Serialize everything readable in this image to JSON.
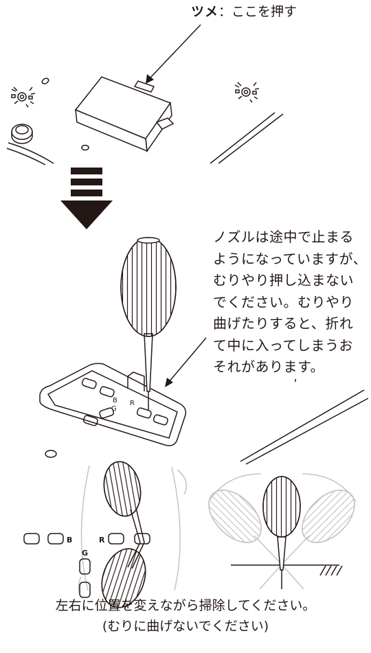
{
  "callout": {
    "bold": "ツメ",
    "rest": "：ここを押す"
  },
  "note": {
    "lines": [
      "ノズルは途中で止まる",
      "ようになっていますが、",
      "むりやり押し込まない",
      "でください。むりやり",
      "曲げたりすると、折れ",
      "て中に入ってしまうお",
      "それがあります。"
    ]
  },
  "footer": {
    "line1": "左右に位置を変えながら掃除してください。",
    "line2": "(むりに曲げないでください)"
  },
  "labels": {
    "b_small": "B",
    "g_small": "G",
    "r_small": "R",
    "b_big": "B",
    "g_big": "G",
    "r_big": "R"
  },
  "colors": {
    "ink": "#231815",
    "ghost": "#b8b8b8"
  }
}
